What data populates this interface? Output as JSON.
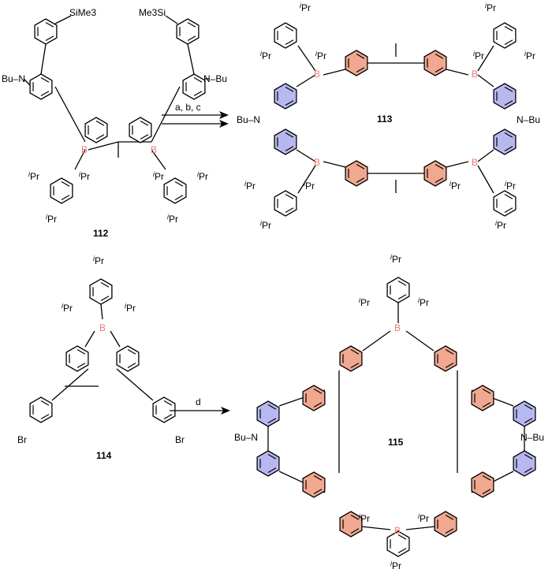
{
  "colors": {
    "carbazole": "#b8b8f0",
    "fluorene": "#f0a890",
    "boron": "#f07878",
    "plain": "#ffffff"
  },
  "compounds": {
    "c112": "112",
    "c113": "113",
    "c114": "114",
    "c115": "115"
  },
  "reagents": {
    "top": "a, b, c",
    "bottom": "d"
  },
  "atoms": {
    "sime3": "SiMe3",
    "me3si": "Me3Si",
    "bu_n": "Bu–N",
    "n_bu": "N–Bu",
    "boron": "B",
    "br": "Br",
    "ipr_iso": "i",
    "ipr_pr": "Pr"
  }
}
